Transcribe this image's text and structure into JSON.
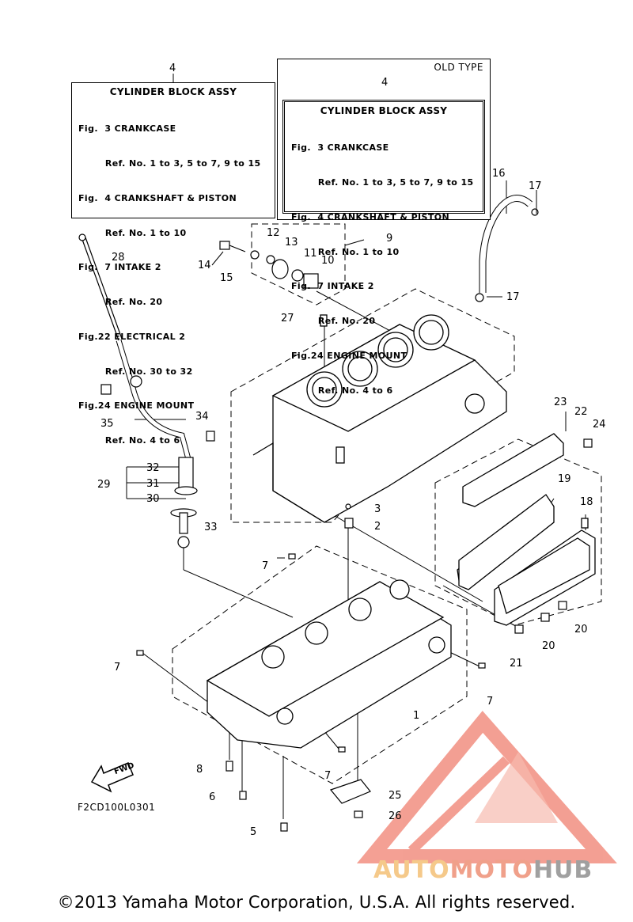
{
  "boxes": {
    "new": {
      "ref": "4",
      "title": "CYLINDER BLOCK ASSY",
      "lines": [
        "Fig.  3 CRANKCASE",
        "        Ref. No. 1 to 3, 5 to 7, 9 to 15",
        "Fig.  4 CRANKSHAFT & PISTON",
        "        Ref. No. 1 to 10",
        "Fig.  7 INTAKE 2",
        "        Ref. No. 20",
        "Fig.22 ELECTRICAL 2",
        "        Ref. No. 30 to 32",
        "Fig.24 ENGINE MOUNT",
        "        Ref. No. 4 to 6"
      ]
    },
    "old": {
      "label": "OLD TYPE",
      "ref": "4",
      "title": "CYLINDER BLOCK ASSY",
      "lines": [
        "Fig.  3 CRANKCASE",
        "        Ref. No. 1 to 3, 5 to 7, 9 to 15",
        "Fig.  4 CRANKSHAFT & PISTON",
        "        Ref. No. 1 to 10",
        "Fig.  7 INTAKE 2",
        "        Ref. No. 20",
        "Fig.24 ENGINE MOUNT",
        "        Ref. No. 4 to 6"
      ]
    }
  },
  "callouts": {
    "c1": "1",
    "c2": "2",
    "c3": "3",
    "c5": "5",
    "c6": "6",
    "c7a": "7",
    "c7b": "7",
    "c7c": "7",
    "c7d": "7",
    "c8": "8",
    "c9": "9",
    "c10": "10",
    "c11": "11",
    "c12": "12",
    "c13": "13",
    "c14": "14",
    "c15": "15",
    "c16": "16",
    "c17a": "17",
    "c17b": "17",
    "c18": "18",
    "c19": "19",
    "c20a": "20",
    "c20b": "20",
    "c21": "21",
    "c22": "22",
    "c23": "23",
    "c24": "24",
    "c25": "25",
    "c26": "26",
    "c27": "27",
    "c28": "28",
    "c29": "29",
    "c30": "30",
    "c31": "31",
    "c32": "32",
    "c33": "33",
    "c34": "34",
    "c35": "35"
  },
  "fwd_label": "FWD",
  "diagram_code": "F2CD100L0301",
  "copyright": "©2013 Yamaha Motor Corporation, U.S.A. All rights reserved.",
  "watermark": {
    "part1": "AUTO",
    "part2": "MOTO",
    "part3": "HUB",
    "color1": "#f5c98a",
    "color2": "#f0a08a",
    "color3": "#a0a0a0",
    "logo_color": "#f08070"
  }
}
